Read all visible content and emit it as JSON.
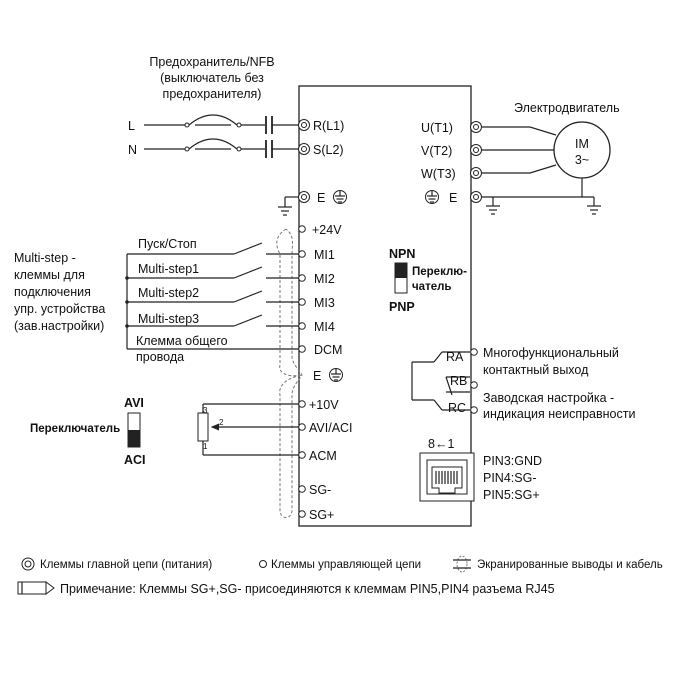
{
  "title_block": {
    "fuse_line1": "Предохранитель/NFB",
    "fuse_line2": "(выключатель без",
    "fuse_line3": "предохранителя)"
  },
  "inputs": {
    "L": "L",
    "N": "N"
  },
  "power_terminals": {
    "r": "R(L1)",
    "s": "S(L2)",
    "e_in": "E"
  },
  "motor": {
    "title": "Электродвигатель",
    "im": "IM",
    "phase": "3~",
    "u": "U(T1)",
    "v": "V(T2)",
    "w": "W(T3)",
    "e_out": "E"
  },
  "control_terminals": {
    "p24": "+24V",
    "mi1": "MI1",
    "mi2": "MI2",
    "mi3": "MI3",
    "mi4": "MI4",
    "dcm": "DCM",
    "e_ctrl": "E",
    "p10": "+10V",
    "avi_aci": "AVI/ACI",
    "acm": "ACM",
    "sgm": "SG-",
    "sgp": "SG+"
  },
  "inputs_labels": {
    "start_stop": "Пуск/Стоп",
    "ms1": "Multi-step1",
    "ms2": "Multi-step2",
    "ms3": "Multi-step3",
    "common_line1": "Клемма общего",
    "common_line2": "провода"
  },
  "left_note": {
    "l1": "Multi-step -",
    "l2": "клеммы для",
    "l3": "подключения",
    "l4": "упр. устройства",
    "l5": "(зав.настройки)"
  },
  "npn_switch": {
    "npn": "NPN",
    "pnp": "PNP",
    "label1": "Переклю-",
    "label2": "чатель"
  },
  "avi_switch": {
    "avi": "AVI",
    "aci": "ACI",
    "label": "Переключатель"
  },
  "pot": {
    "p3": "3",
    "p2": "2",
    "p1": "1"
  },
  "relay": {
    "ra": "RA",
    "rb": "RB",
    "rc": "RC",
    "desc1": "Многофункциональный",
    "desc2": "контактный выход",
    "desc3": "Заводская настройка -",
    "desc4": "индикация неисправности"
  },
  "rj45": {
    "pins": "8←1",
    "pin3": "PIN3:GND",
    "pin4": "PIN4:SG-",
    "pin5": "PIN5:SG+"
  },
  "legend": {
    "main": "Клеммы главной цепи (питания)",
    "control": "Клеммы управляющей цепи",
    "shielded": "Экранированные выводы и кабель"
  },
  "note": {
    "text": "Примечание: Клеммы SG+,SG- присоединяются к клеммам PIN5,PIN4 разъема RJ45"
  }
}
